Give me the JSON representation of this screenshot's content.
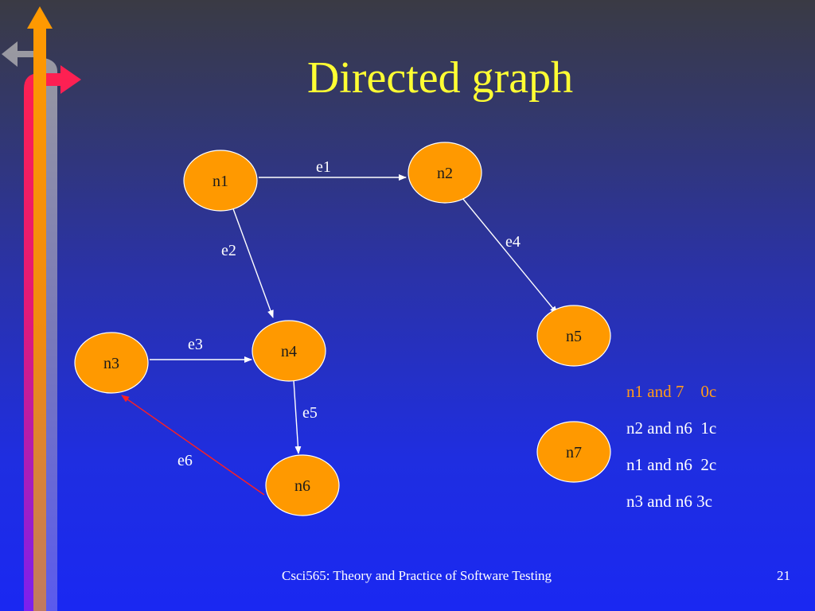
{
  "slide": {
    "title": "Directed graph",
    "footer": "Csci565: Theory and Practice of Software Testing",
    "page_number": "21"
  },
  "graph": {
    "nodes": [
      {
        "id": "n1",
        "label": "n1"
      },
      {
        "id": "n2",
        "label": "n2"
      },
      {
        "id": "n3",
        "label": "n3"
      },
      {
        "id": "n4",
        "label": "n4"
      },
      {
        "id": "n5",
        "label": "n5"
      },
      {
        "id": "n6",
        "label": "n6"
      },
      {
        "id": "n7",
        "label": "n7"
      }
    ],
    "edges": [
      {
        "id": "e1",
        "label": "e1",
        "from": "n1",
        "to": "n2"
      },
      {
        "id": "e2",
        "label": "e2",
        "from": "n1",
        "to": "n4"
      },
      {
        "id": "e3",
        "label": "e3",
        "from": "n3",
        "to": "n4"
      },
      {
        "id": "e4",
        "label": "e4",
        "from": "n2",
        "to": "n5"
      },
      {
        "id": "e5",
        "label": "e5",
        "from": "n4",
        "to": "n6"
      },
      {
        "id": "e6",
        "label": "e6",
        "from": "n6",
        "to": "n3"
      }
    ]
  },
  "notes": [
    "n1 and 7    0c",
    "n2 and n6  1c",
    "n1 and n6  2c",
    "n3 and n6 3c"
  ],
  "colors": {
    "title": "#ffff33",
    "node_fill": "#ff9900",
    "node_stroke": "#ffffff",
    "edge": "#ffffff",
    "edge_highlight": "#ff2020",
    "note_highlight": "#ff9a1a"
  }
}
